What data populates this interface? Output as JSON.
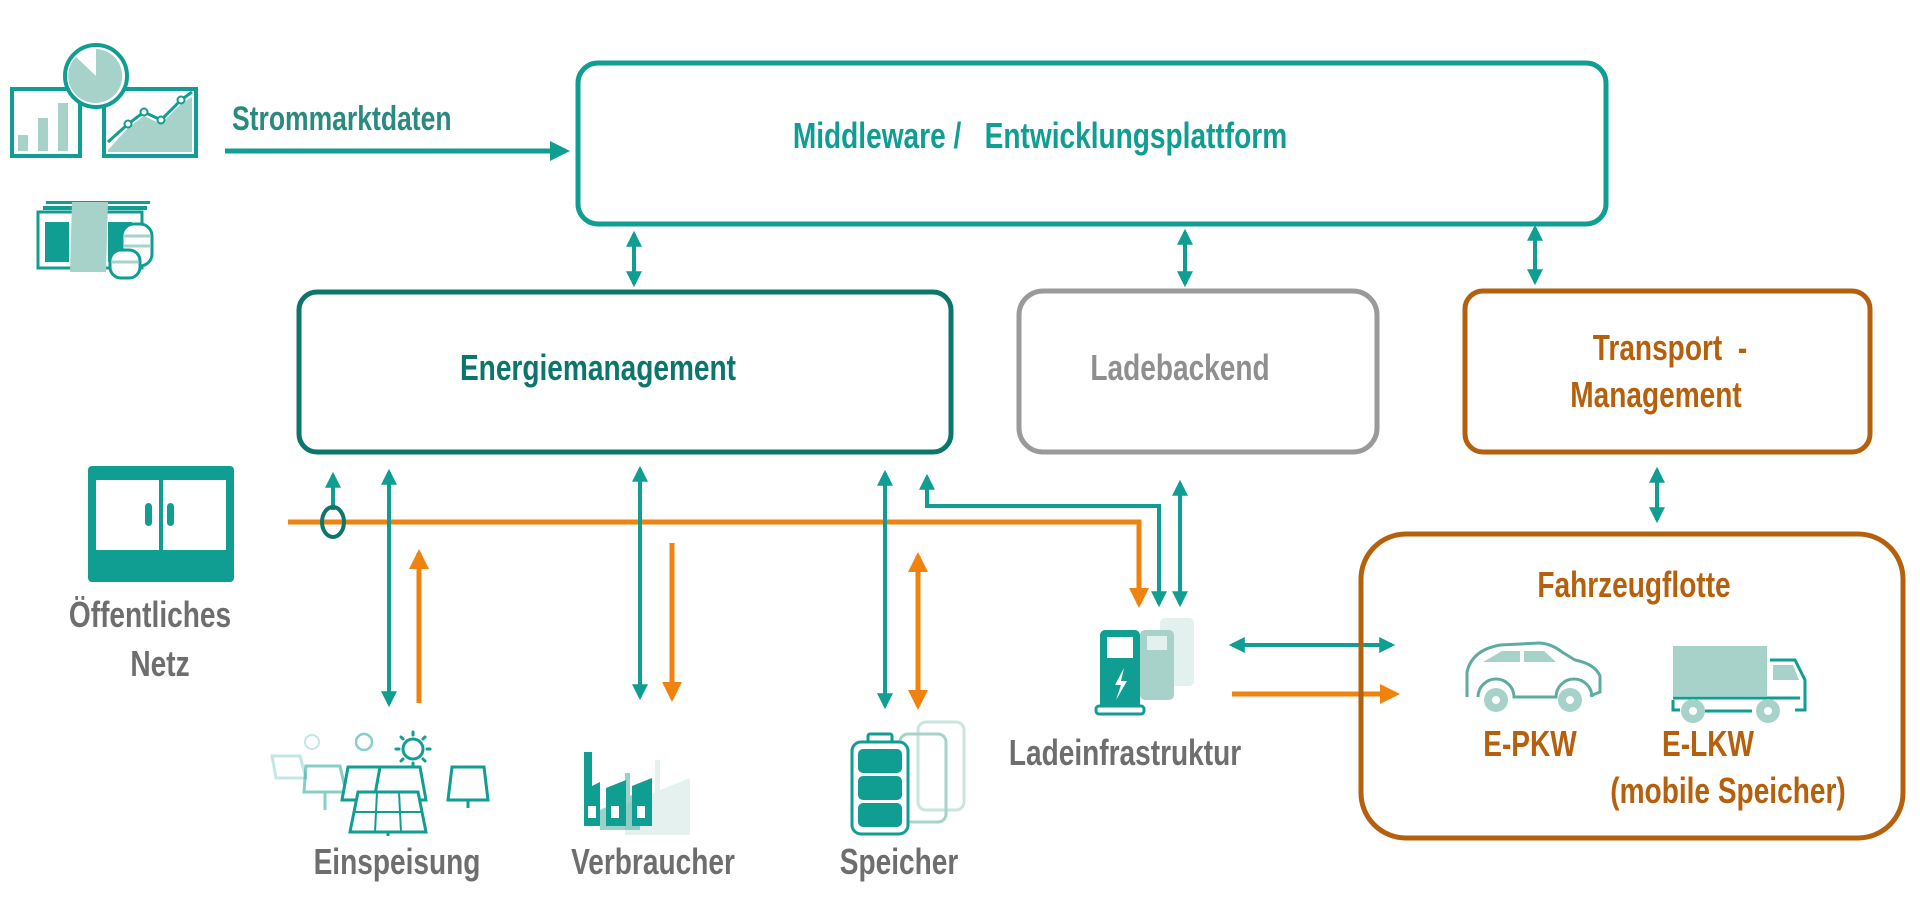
{
  "colors": {
    "teal": "#119e92",
    "dark_teal": "#0d766c",
    "light_teal": "#a6d2c9",
    "orange": "#f0820f",
    "brown": "#b5600c",
    "gray_box": "#9a9a9a",
    "gray_text": "#6e6e6e"
  },
  "market": {
    "label": "Strommarktdaten",
    "chart_icon": "market-charts-icon",
    "money_icon": "money-coins-icon"
  },
  "middleware": {
    "label": "Middleware /   Entwicklungsplattform"
  },
  "energy_mgmt": {
    "label": "Energiemanagement"
  },
  "charging_backend": {
    "label": "Ladebackend"
  },
  "transport_mgmt": {
    "line1": "Transport  -",
    "line2": "Management"
  },
  "grid": {
    "line1": "Öffentliches",
    "line2": "Netz",
    "icon": "grid-cabinet-icon"
  },
  "nodes": {
    "feed_in": {
      "label": "Einspeisung",
      "icon": "solar-panels-icon"
    },
    "consumers": {
      "label": "Verbraucher",
      "icon": "factory-icon"
    },
    "storage": {
      "label": "Speicher",
      "icon": "battery-icon"
    },
    "charging": {
      "label": "Ladeinfrastruktur",
      "icon": "charging-station-icon"
    }
  },
  "fleet": {
    "title": "Fahrzeugflotte",
    "car_label": "E-PKW",
    "truck_label": "E-LKW",
    "truck_sublabel": "(mobile Speicher)"
  }
}
